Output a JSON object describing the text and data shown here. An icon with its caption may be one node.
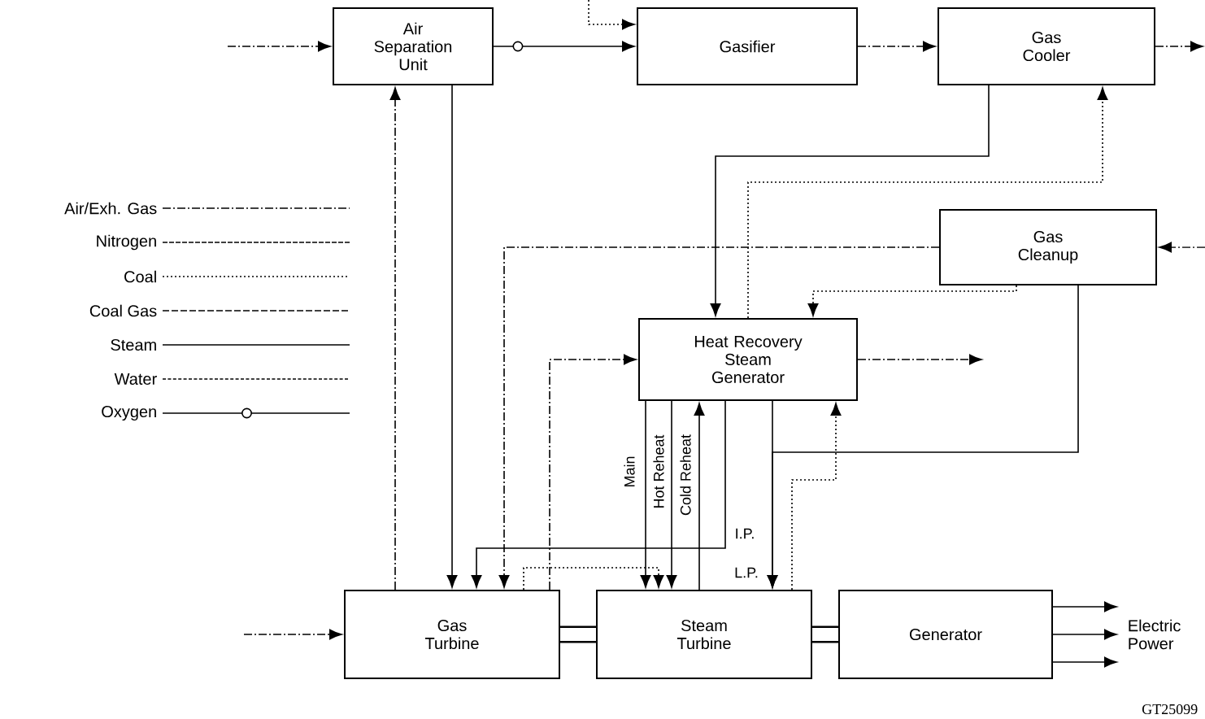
{
  "diagram": {
    "nodes": [
      {
        "text": [
          "Air Separation Unit"
        ]
      },
      {
        "text": [
          "Gasifier"
        ]
      },
      {
        "text": [
          "Gas Cooler"
        ]
      },
      {
        "text": [
          "Gas Cleanup"
        ]
      },
      {
        "text": [
          "Heat Recovery Steam Generator"
        ]
      },
      {
        "text": [
          "Gas Turbine"
        ]
      },
      {
        "text": [
          "Steam Turbine"
        ]
      },
      {
        "text": [
          "Generator"
        ]
      },
      {
        "text": [
          "Electric Power"
        ]
      }
    ],
    "edges": [
      {
        "from": null,
        "to": 0,
        "arrow": "to",
        "style": "dashed"
      },
      {
        "from": 0,
        "to": 1,
        "arrow": "to"
      },
      {
        "from": null,
        "to": 1,
        "arrow": "to",
        "style": "dashed"
      },
      {
        "from": 1,
        "to": 2,
        "arrow": "to",
        "style": "dashed"
      },
      {
        "from": 2,
        "to": null,
        "arrow": "to",
        "style": "dashed"
      },
      {
        "from": null,
        "to": 3,
        "arrow": "to",
        "style": "dashed"
      },
      {
        "from": 3,
        "to": 5,
        "arrow": "to",
        "style": "dashed"
      },
      {
        "from": 5,
        "to": 0,
        "arrow": "to",
        "style": "dashed"
      },
      {
        "from": 0,
        "to": 5,
        "arrow": "to"
      },
      {
        "from": 2,
        "to": 4,
        "arrow": "to"
      },
      {
        "from": 4,
        "to": 2,
        "arrow": "to",
        "style": "dashed"
      },
      {
        "from": 3,
        "to": 4,
        "arrow": "to",
        "style": "dashed"
      },
      {
        "from": 3,
        "to": 6,
        "arrow": "to"
      },
      {
        "from": 4,
        "to": null,
        "arrow": "to",
        "style": "dashed"
      },
      {
        "from": 5,
        "to": 4,
        "arrow": "to",
        "style": "dashed"
      },
      {
        "from": 4,
        "to": 6,
        "arrow": "to",
        "label": "Main"
      },
      {
        "from": 4,
        "to": 6,
        "arrow": "to",
        "label": "Hot Reheat"
      },
      {
        "from": 6,
        "to": 4,
        "arrow": "to",
        "label": "Cold Reheat"
      },
      {
        "from": 4,
        "to": 5,
        "arrow": "to",
        "label": "I.P."
      },
      {
        "from": 4,
        "to": 6,
        "arrow": "to",
        "label": "L.P."
      },
      {
        "from": 6,
        "to": 4,
        "arrow": "to",
        "style": "dashed"
      },
      {
        "from": 5,
        "to": 6,
        "arrow": "to",
        "style": "dashed"
      },
      {
        "from": 5,
        "to": 6,
        "arrow": "none",
        "style": "thick"
      },
      {
        "from": 6,
        "to": 7,
        "arrow": "none",
        "style": "thick"
      },
      {
        "from": 7,
        "to": 8,
        "arrow": "to"
      },
      {
        "from": 7,
        "to": 8,
        "arrow": "to"
      },
      {
        "from": 7,
        "to": 8,
        "arrow": "to"
      },
      {
        "from": null,
        "to": 5,
        "arrow": "to",
        "style": "dashed"
      }
    ],
    "labels": [
      "GT25099"
    ],
    "legend": [
      {
        "text": "Air/Exh. Gas"
      },
      {
        "text": "Nitrogen"
      },
      {
        "text": "Coal"
      },
      {
        "text": "Coal Gas"
      },
      {
        "text": "Steam"
      },
      {
        "text": "Water"
      },
      {
        "text": "Oxygen"
      }
    ]
  }
}
